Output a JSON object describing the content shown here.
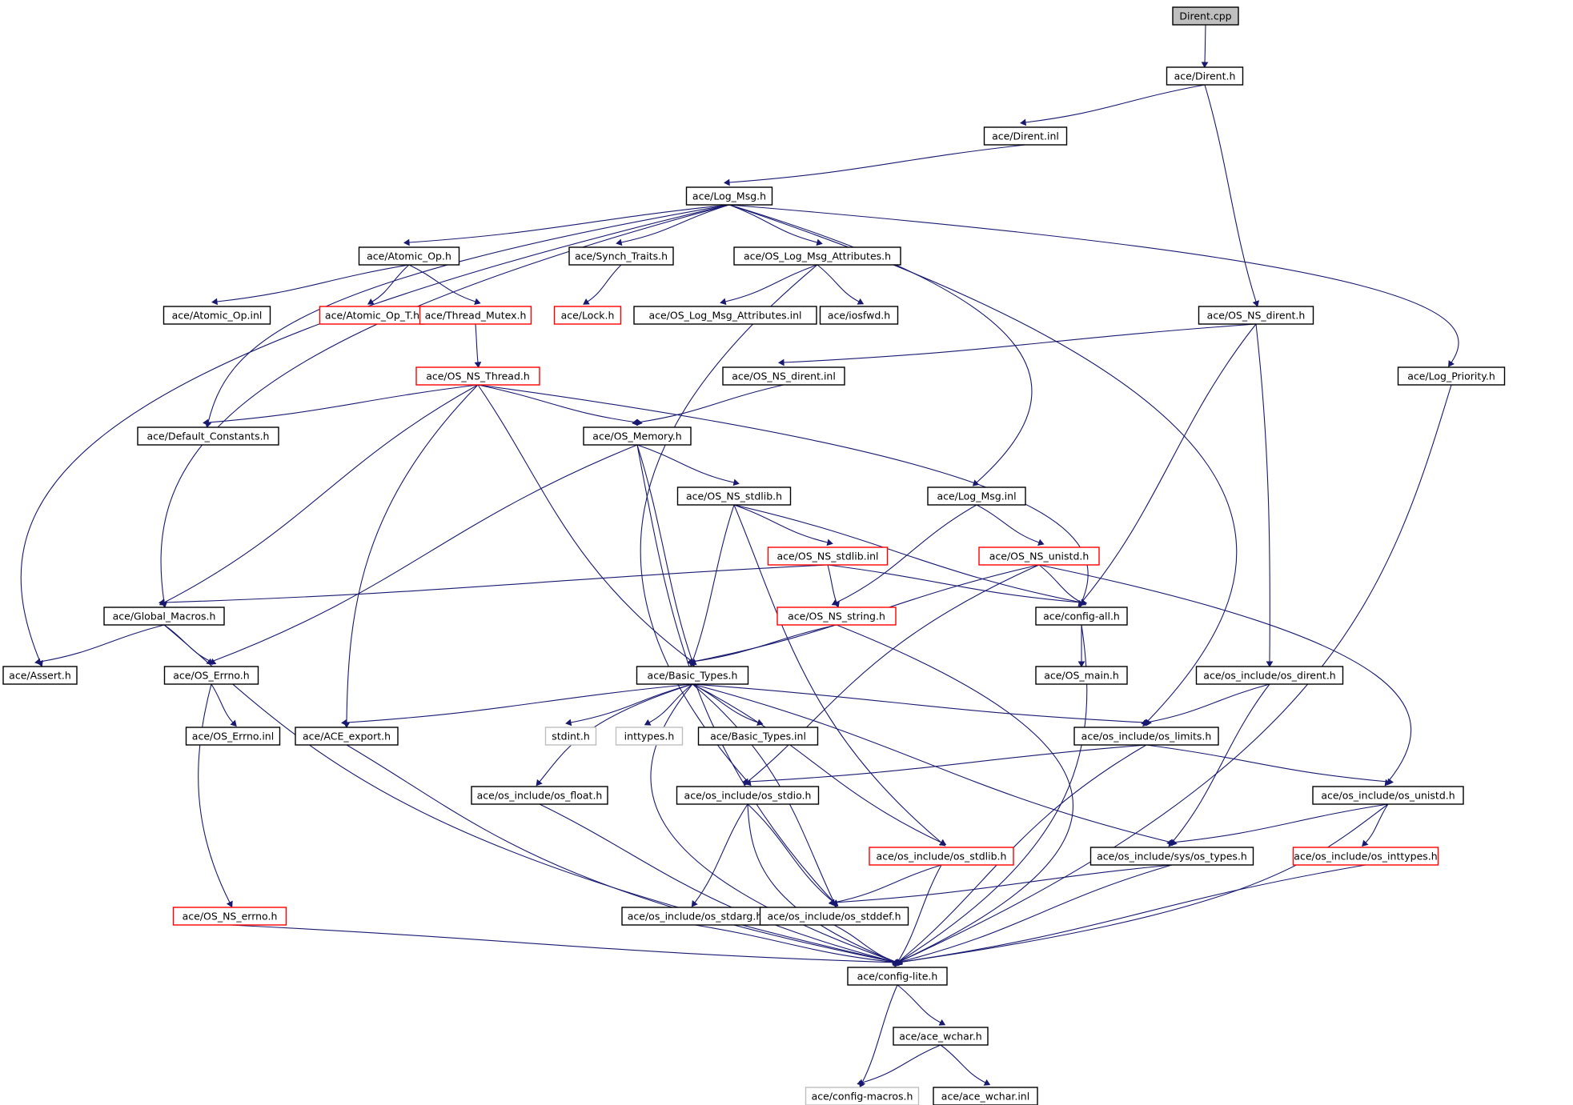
{
  "colors": {
    "edge": "#191970",
    "border_default": "#000000",
    "border_incomplete": "#ff0000",
    "border_external": "#bfbfbf",
    "fill_root": "#bfbfbf",
    "fill_default": "#ffffff",
    "text": "#000000"
  },
  "nodes": [
    {
      "id": "dirent_cpp",
      "label": "Dirent.cpp",
      "kind": "root"
    },
    {
      "id": "ace_dirent_h",
      "label": "ace/Dirent.h",
      "kind": "default"
    },
    {
      "id": "ace_dirent_inl",
      "label": "ace/Dirent.inl",
      "kind": "default"
    },
    {
      "id": "log_msg_h",
      "label": "ace/Log_Msg.h",
      "kind": "default"
    },
    {
      "id": "atomic_op_h",
      "label": "ace/Atomic_Op.h",
      "kind": "default"
    },
    {
      "id": "synch_traits_h",
      "label": "ace/Synch_Traits.h",
      "kind": "default"
    },
    {
      "id": "os_log_msg_attr_h",
      "label": "ace/OS_Log_Msg_Attributes.h",
      "kind": "default"
    },
    {
      "id": "atomic_op_inl",
      "label": "ace/Atomic_Op.inl",
      "kind": "default"
    },
    {
      "id": "atomic_op_t_h",
      "label": "ace/Atomic_Op_T.h",
      "kind": "incomplete"
    },
    {
      "id": "thread_mutex_h",
      "label": "ace/Thread_Mutex.h",
      "kind": "incomplete"
    },
    {
      "id": "lock_h",
      "label": "ace/Lock.h",
      "kind": "incomplete"
    },
    {
      "id": "os_log_msg_attr_inl",
      "label": "ace/OS_Log_Msg_Attributes.inl",
      "kind": "default"
    },
    {
      "id": "iosfwd_h",
      "label": "ace/iosfwd.h",
      "kind": "default"
    },
    {
      "id": "os_ns_dirent_h",
      "label": "ace/OS_NS_dirent.h",
      "kind": "default"
    },
    {
      "id": "os_ns_thread_h",
      "label": "ace/OS_NS_Thread.h",
      "kind": "incomplete"
    },
    {
      "id": "os_ns_dirent_inl",
      "label": "ace/OS_NS_dirent.inl",
      "kind": "default"
    },
    {
      "id": "log_priority_h",
      "label": "ace/Log_Priority.h",
      "kind": "default"
    },
    {
      "id": "default_constants_h",
      "label": "ace/Default_Constants.h",
      "kind": "default"
    },
    {
      "id": "os_memory_h",
      "label": "ace/OS_Memory.h",
      "kind": "default"
    },
    {
      "id": "os_ns_stdlib_h",
      "label": "ace/OS_NS_stdlib.h",
      "kind": "default"
    },
    {
      "id": "log_msg_inl",
      "label": "ace/Log_Msg.inl",
      "kind": "default"
    },
    {
      "id": "os_ns_stdlib_inl",
      "label": "ace/OS_NS_stdlib.inl",
      "kind": "incomplete"
    },
    {
      "id": "os_ns_unistd_h",
      "label": "ace/OS_NS_unistd.h",
      "kind": "incomplete"
    },
    {
      "id": "global_macros_h",
      "label": "ace/Global_Macros.h",
      "kind": "default"
    },
    {
      "id": "os_ns_string_h",
      "label": "ace/OS_NS_string.h",
      "kind": "incomplete"
    },
    {
      "id": "config_all_h",
      "label": "ace/config-all.h",
      "kind": "default"
    },
    {
      "id": "assert_h",
      "label": "ace/Assert.h",
      "kind": "default"
    },
    {
      "id": "os_errno_h",
      "label": "ace/OS_Errno.h",
      "kind": "default"
    },
    {
      "id": "basic_types_h",
      "label": "ace/Basic_Types.h",
      "kind": "default"
    },
    {
      "id": "os_main_h",
      "label": "ace/OS_main.h",
      "kind": "default"
    },
    {
      "id": "os_include_os_dirent_h",
      "label": "ace/os_include/os_dirent.h",
      "kind": "default"
    },
    {
      "id": "os_errno_inl",
      "label": "ace/OS_Errno.inl",
      "kind": "default"
    },
    {
      "id": "ace_export_h",
      "label": "ace/ACE_export.h",
      "kind": "default"
    },
    {
      "id": "stdint_h",
      "label": "stdint.h",
      "kind": "external"
    },
    {
      "id": "inttypes_h",
      "label": "inttypes.h",
      "kind": "external"
    },
    {
      "id": "basic_types_inl",
      "label": "ace/Basic_Types.inl",
      "kind": "default"
    },
    {
      "id": "os_limits_h",
      "label": "ace/os_include/os_limits.h",
      "kind": "default"
    },
    {
      "id": "os_float_h",
      "label": "ace/os_include/os_float.h",
      "kind": "default"
    },
    {
      "id": "os_stdio_h",
      "label": "ace/os_include/os_stdio.h",
      "kind": "default"
    },
    {
      "id": "os_unistd_h",
      "label": "ace/os_include/os_unistd.h",
      "kind": "default"
    },
    {
      "id": "os_stdlib_h",
      "label": "ace/os_include/os_stdlib.h",
      "kind": "incomplete"
    },
    {
      "id": "sys_os_types_h",
      "label": "ace/os_include/sys/os_types.h",
      "kind": "default"
    },
    {
      "id": "os_inttypes_h",
      "label": "ace/os_include/os_inttypes.h",
      "kind": "incomplete"
    },
    {
      "id": "os_ns_errno_h",
      "label": "ace/OS_NS_errno.h",
      "kind": "incomplete"
    },
    {
      "id": "os_stdarg_h",
      "label": "ace/os_include/os_stdarg.h",
      "kind": "default"
    },
    {
      "id": "os_stddef_h",
      "label": "ace/os_include/os_stddef.h",
      "kind": "default"
    },
    {
      "id": "config_lite_h",
      "label": "ace/config-lite.h",
      "kind": "default"
    },
    {
      "id": "ace_wchar_h",
      "label": "ace/ace_wchar.h",
      "kind": "default"
    },
    {
      "id": "config_macros_h",
      "label": "ace/config-macros.h",
      "kind": "external"
    },
    {
      "id": "ace_wchar_inl",
      "label": "ace/ace_wchar.inl",
      "kind": "default"
    }
  ],
  "edges": [
    [
      "dirent_cpp",
      "ace_dirent_h"
    ],
    [
      "ace_dirent_h",
      "ace_dirent_inl"
    ],
    [
      "ace_dirent_h",
      "os_ns_dirent_h"
    ],
    [
      "ace_dirent_inl",
      "log_msg_h"
    ],
    [
      "log_msg_h",
      "atomic_op_h"
    ],
    [
      "log_msg_h",
      "synch_traits_h"
    ],
    [
      "log_msg_h",
      "os_log_msg_attr_h"
    ],
    [
      "log_msg_h",
      "default_constants_h"
    ],
    [
      "log_msg_h",
      "global_macros_h"
    ],
    [
      "log_msg_h",
      "assert_h"
    ],
    [
      "log_msg_h",
      "log_msg_inl"
    ],
    [
      "log_msg_h",
      "os_limits_h"
    ],
    [
      "log_msg_h",
      "log_priority_h"
    ],
    [
      "atomic_op_h",
      "atomic_op_inl"
    ],
    [
      "atomic_op_h",
      "atomic_op_t_h"
    ],
    [
      "atomic_op_h",
      "thread_mutex_h"
    ],
    [
      "synch_traits_h",
      "lock_h"
    ],
    [
      "os_log_msg_attr_h",
      "os_log_msg_attr_inl"
    ],
    [
      "os_log_msg_attr_h",
      "iosfwd_h"
    ],
    [
      "os_log_msg_attr_h",
      "os_stdio_h"
    ],
    [
      "thread_mutex_h",
      "os_ns_thread_h"
    ],
    [
      "os_ns_dirent_h",
      "os_ns_dirent_inl"
    ],
    [
      "os_ns_dirent_h",
      "config_all_h"
    ],
    [
      "os_ns_dirent_h",
      "os_include_os_dirent_h"
    ],
    [
      "log_priority_h",
      "config_lite_h"
    ],
    [
      "os_ns_thread_h",
      "default_constants_h"
    ],
    [
      "os_ns_thread_h",
      "os_memory_h"
    ],
    [
      "os_ns_thread_h",
      "global_macros_h"
    ],
    [
      "os_ns_thread_h",
      "ace_export_h"
    ],
    [
      "os_ns_thread_h",
      "basic_types_h"
    ],
    [
      "os_ns_thread_h",
      "config_all_h"
    ],
    [
      "os_ns_dirent_inl",
      "os_memory_h"
    ],
    [
      "os_memory_h",
      "os_ns_stdlib_h"
    ],
    [
      "os_memory_h",
      "os_errno_h"
    ],
    [
      "os_memory_h",
      "basic_types_h"
    ],
    [
      "os_memory_h",
      "os_stddef_h"
    ],
    [
      "os_ns_stdlib_h",
      "os_ns_stdlib_inl"
    ],
    [
      "os_ns_stdlib_h",
      "basic_types_h"
    ],
    [
      "os_ns_stdlib_h",
      "config_all_h"
    ],
    [
      "os_ns_stdlib_h",
      "os_stdlib_h"
    ],
    [
      "log_msg_inl",
      "os_ns_string_h"
    ],
    [
      "log_msg_inl",
      "os_ns_unistd_h"
    ],
    [
      "os_ns_stdlib_inl",
      "os_ns_string_h"
    ],
    [
      "os_ns_stdlib_inl",
      "global_macros_h"
    ],
    [
      "os_ns_stdlib_inl",
      "config_all_h"
    ],
    [
      "os_ns_unistd_h",
      "config_all_h"
    ],
    [
      "os_ns_unistd_h",
      "basic_types_h"
    ],
    [
      "os_ns_unistd_h",
      "os_stdio_h"
    ],
    [
      "os_ns_unistd_h",
      "os_unistd_h"
    ],
    [
      "os_ns_string_h",
      "basic_types_h"
    ],
    [
      "os_ns_string_h",
      "config_lite_h"
    ],
    [
      "global_macros_h",
      "assert_h"
    ],
    [
      "global_macros_h",
      "os_errno_h"
    ],
    [
      "global_macros_h",
      "config_lite_h"
    ],
    [
      "config_all_h",
      "os_main_h"
    ],
    [
      "config_all_h",
      "config_lite_h"
    ],
    [
      "os_errno_h",
      "os_errno_inl"
    ],
    [
      "os_errno_h",
      "os_ns_errno_h"
    ],
    [
      "basic_types_h",
      "ace_export_h"
    ],
    [
      "basic_types_h",
      "stdint_h"
    ],
    [
      "basic_types_h",
      "inttypes_h"
    ],
    [
      "basic_types_h",
      "basic_types_inl"
    ],
    [
      "basic_types_h",
      "os_limits_h"
    ],
    [
      "basic_types_h",
      "os_float_h"
    ],
    [
      "basic_types_h",
      "os_stdlib_h"
    ],
    [
      "basic_types_h",
      "sys_os_types_h"
    ],
    [
      "basic_types_h",
      "os_stddef_h"
    ],
    [
      "basic_types_h",
      "config_lite_h"
    ],
    [
      "os_include_os_dirent_h",
      "os_limits_h"
    ],
    [
      "os_include_os_dirent_h",
      "sys_os_types_h"
    ],
    [
      "ace_export_h",
      "config_lite_h"
    ],
    [
      "os_limits_h",
      "os_stdio_h"
    ],
    [
      "os_limits_h",
      "os_unistd_h"
    ],
    [
      "os_limits_h",
      "config_lite_h"
    ],
    [
      "os_float_h",
      "config_lite_h"
    ],
    [
      "os_stdio_h",
      "os_stdarg_h"
    ],
    [
      "os_stdio_h",
      "os_stddef_h"
    ],
    [
      "os_stdio_h",
      "config_lite_h"
    ],
    [
      "os_unistd_h",
      "sys_os_types_h"
    ],
    [
      "os_unistd_h",
      "os_inttypes_h"
    ],
    [
      "os_unistd_h",
      "config_lite_h"
    ],
    [
      "os_stdlib_h",
      "os_stddef_h"
    ],
    [
      "os_stdlib_h",
      "config_lite_h"
    ],
    [
      "sys_os_types_h",
      "os_stddef_h"
    ],
    [
      "sys_os_types_h",
      "config_lite_h"
    ],
    [
      "os_inttypes_h",
      "config_lite_h"
    ],
    [
      "os_ns_errno_h",
      "config_lite_h"
    ],
    [
      "os_stdarg_h",
      "config_lite_h"
    ],
    [
      "os_stddef_h",
      "config_lite_h"
    ],
    [
      "config_lite_h",
      "ace_wchar_h"
    ],
    [
      "config_lite_h",
      "config_macros_h"
    ],
    [
      "ace_wchar_h",
      "config_macros_h"
    ],
    [
      "ace_wchar_h",
      "ace_wchar_inl"
    ]
  ]
}
